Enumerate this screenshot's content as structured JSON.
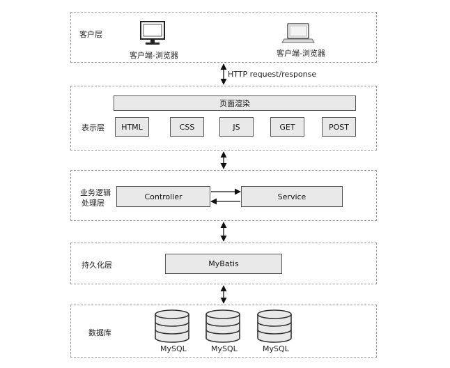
{
  "client_layer": {
    "label": "客户层",
    "desktop_caption": "客户端-浏览器",
    "laptop_caption": "客户端-浏览器",
    "desktop_icon": "desktop-monitor-icon",
    "laptop_icon": "laptop-icon"
  },
  "connection_label": "HTTP request/response",
  "presentation_layer": {
    "label": "表示层",
    "render_label": "页面渲染",
    "items": [
      "HTML",
      "CSS",
      "JS",
      "GET",
      "POST"
    ]
  },
  "business_layer": {
    "label_line1": "业务逻辑",
    "label_line2": "处理层",
    "controller_label": "Controller",
    "service_label": "Service"
  },
  "persistence_layer": {
    "label": "持久化层",
    "mybatis_label": "MyBatis"
  },
  "database_layer": {
    "label": "数据库",
    "databases": [
      "MySQL",
      "MySQL",
      "MySQL"
    ],
    "database_icon": "database-cylinder-icon"
  },
  "colors": {
    "box_fill": "#e9e9e9",
    "border": "#555555",
    "dashed_border": "#9a9a9a"
  }
}
